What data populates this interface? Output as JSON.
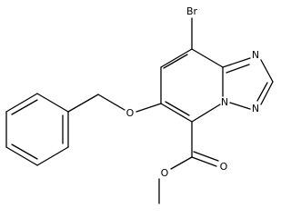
{
  "atoms": {
    "br": "Br",
    "n_ring_top": "N",
    "n_ring_right": "N",
    "n_bridge": "N",
    "o_ether": "O",
    "o_carbonyl": "O",
    "o_ester": "O"
  }
}
